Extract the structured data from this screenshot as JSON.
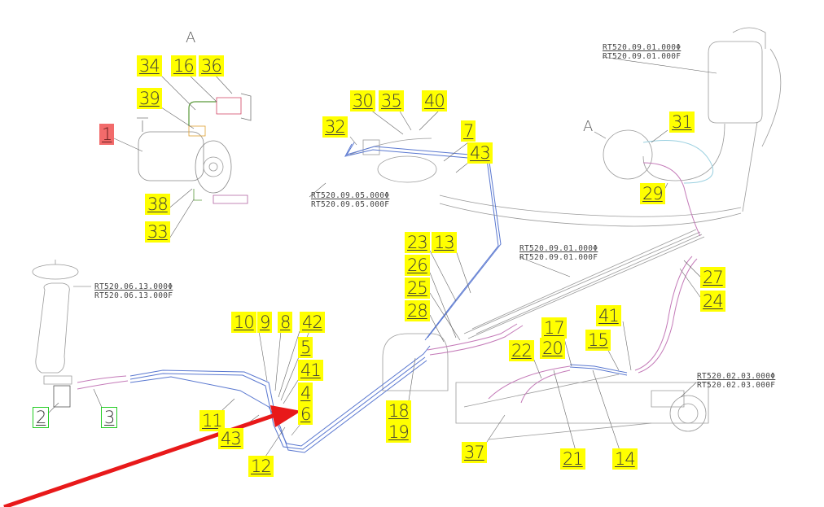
{
  "diagram": {
    "type": "hydraulic steering system assembly drawing",
    "view_labels": [
      "A",
      "A"
    ],
    "assembly_codes": [
      {
        "id": "steering-column",
        "line1": "RT520.06.13.000Φ",
        "line2": "RT520.06.13.000F"
      },
      {
        "id": "valve-block",
        "line1": "RT520.09.05.000Φ",
        "line2": "RT520.09.05.000F"
      },
      {
        "id": "tank",
        "line1": "RT520.09.01.000Φ",
        "line2": "RT520.09.01.000F"
      },
      {
        "id": "frame-pipes",
        "line1": "RT520.09.01.000Φ",
        "line2": "RT520.09.01.000F"
      },
      {
        "id": "axle",
        "line1": "RT520.02.03.000Φ",
        "line2": "RT520.02.03.000F"
      }
    ],
    "callouts": [
      {
        "n": "1",
        "style": "red"
      },
      {
        "n": "34",
        "style": "yellow"
      },
      {
        "n": "16",
        "style": "yellow"
      },
      {
        "n": "36",
        "style": "yellow"
      },
      {
        "n": "39",
        "style": "yellow"
      },
      {
        "n": "38",
        "style": "yellow"
      },
      {
        "n": "33",
        "style": "yellow"
      },
      {
        "n": "30",
        "style": "yellow"
      },
      {
        "n": "35",
        "style": "yellow"
      },
      {
        "n": "40",
        "style": "yellow"
      },
      {
        "n": "32",
        "style": "yellow"
      },
      {
        "n": "7",
        "style": "yellow"
      },
      {
        "n": "43",
        "style": "yellow"
      },
      {
        "n": "31",
        "style": "yellow"
      },
      {
        "n": "29",
        "style": "yellow"
      },
      {
        "n": "23",
        "style": "yellow"
      },
      {
        "n": "13",
        "style": "yellow"
      },
      {
        "n": "26",
        "style": "yellow"
      },
      {
        "n": "25",
        "style": "yellow"
      },
      {
        "n": "28",
        "style": "yellow"
      },
      {
        "n": "27",
        "style": "yellow"
      },
      {
        "n": "24",
        "style": "yellow"
      },
      {
        "n": "41",
        "style": "yellow"
      },
      {
        "n": "15",
        "style": "yellow"
      },
      {
        "n": "17",
        "style": "yellow"
      },
      {
        "n": "20",
        "style": "yellow"
      },
      {
        "n": "22",
        "style": "yellow"
      },
      {
        "n": "10",
        "style": "yellow"
      },
      {
        "n": "9",
        "style": "yellow"
      },
      {
        "n": "8",
        "style": "yellow"
      },
      {
        "n": "42",
        "style": "yellow"
      },
      {
        "n": "5",
        "style": "yellow"
      },
      {
        "n": "41",
        "style": "yellow"
      },
      {
        "n": "4",
        "style": "yellow"
      },
      {
        "n": "6",
        "style": "yellow"
      },
      {
        "n": "11",
        "style": "yellow"
      },
      {
        "n": "43",
        "style": "yellow"
      },
      {
        "n": "12",
        "style": "yellow"
      },
      {
        "n": "18",
        "style": "yellow"
      },
      {
        "n": "19",
        "style": "yellow"
      },
      {
        "n": "37",
        "style": "yellow"
      },
      {
        "n": "21",
        "style": "yellow"
      },
      {
        "n": "14",
        "style": "yellow"
      },
      {
        "n": "2",
        "style": "green"
      },
      {
        "n": "3",
        "style": "green"
      }
    ],
    "highlight_arrow": {
      "color": "#e8191a",
      "points_to": "6"
    },
    "colors": {
      "callout_yellow": "#ffff00",
      "callout_red": "#f26b6b",
      "callout_green_border": "#22cc22",
      "pipe_blue": "#5a78d0",
      "hose_pink": "#c47ab8",
      "line_gray": "#9a9a9a"
    }
  }
}
